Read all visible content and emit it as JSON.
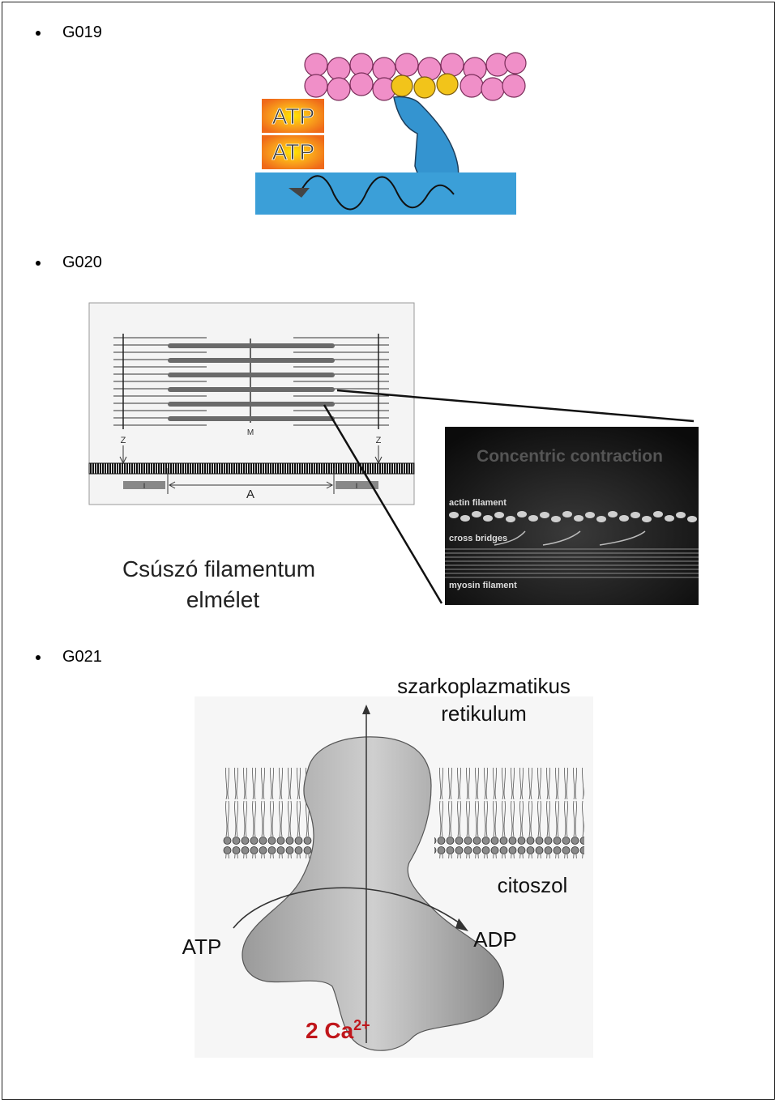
{
  "items": [
    {
      "label": "G019"
    },
    {
      "label": "G020"
    },
    {
      "label": "G021"
    }
  ],
  "fig1": {
    "atp_top": "ATP",
    "atp_bottom": "ATP"
  },
  "fig2": {
    "label_z_left": "Z",
    "label_m": "M",
    "label_z_right": "Z",
    "label_i_left": "I",
    "label_a": "A",
    "label_i_right": "I",
    "caption_line1": "Csúszó filamentum",
    "caption_line2": "elmélet",
    "video_title": "Concentric contraction",
    "video_actin": "actin filament",
    "video_cross": "cross bridges",
    "video_myosin": "myosin filament"
  },
  "fig3": {
    "title_line1": "szarkoplazmatikus",
    "title_line2": "retikulum",
    "citoszol": "citoszol",
    "atp": "ATP",
    "adp": "ADP",
    "ion": "2 Ca",
    "ion_charge": "2+"
  },
  "colors": {
    "pink": "#f08fc8",
    "yellow": "#f2c41a",
    "blue": "#3494d0",
    "orange": "#f7941d",
    "red": "#c0161b"
  }
}
